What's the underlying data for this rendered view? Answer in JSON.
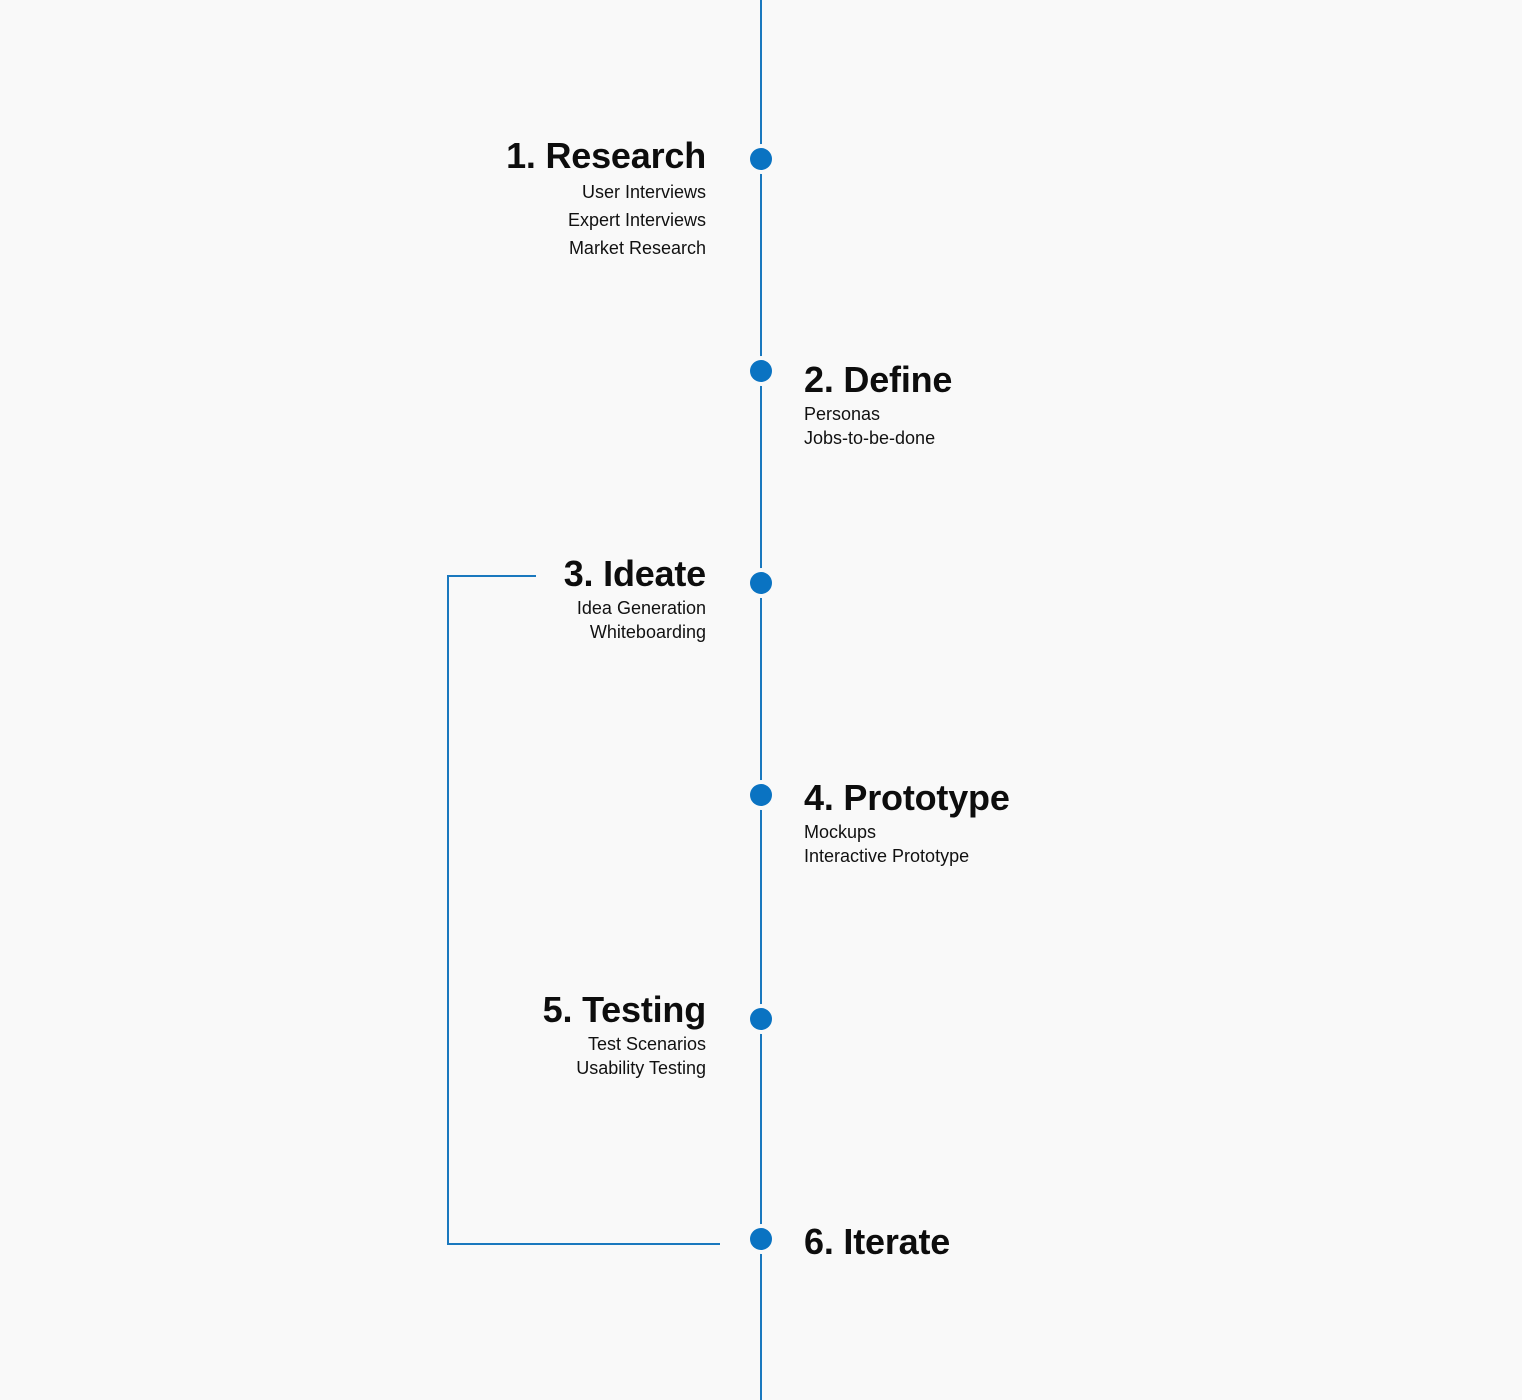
{
  "steps": [
    {
      "title": "1. Research",
      "items": [
        "User Interviews",
        "Expert Interviews",
        "Market Research"
      ]
    },
    {
      "title": "2. Define",
      "items": [
        "Personas",
        "Jobs-to-be-done"
      ]
    },
    {
      "title": "3. Ideate",
      "items": [
        "Idea Generation",
        "Whiteboarding"
      ]
    },
    {
      "title": "4. Prototype",
      "items": [
        "Mockups",
        "Interactive Prototype"
      ]
    },
    {
      "title": "5. Testing",
      "items": [
        "Test Scenarios",
        "Usability Testing"
      ]
    },
    {
      "title": "6. Iterate",
      "items": []
    }
  ],
  "colors": {
    "line": "#1a78be",
    "node": "#0a73c2",
    "background": "#f9f9f9",
    "text": "#111111"
  }
}
